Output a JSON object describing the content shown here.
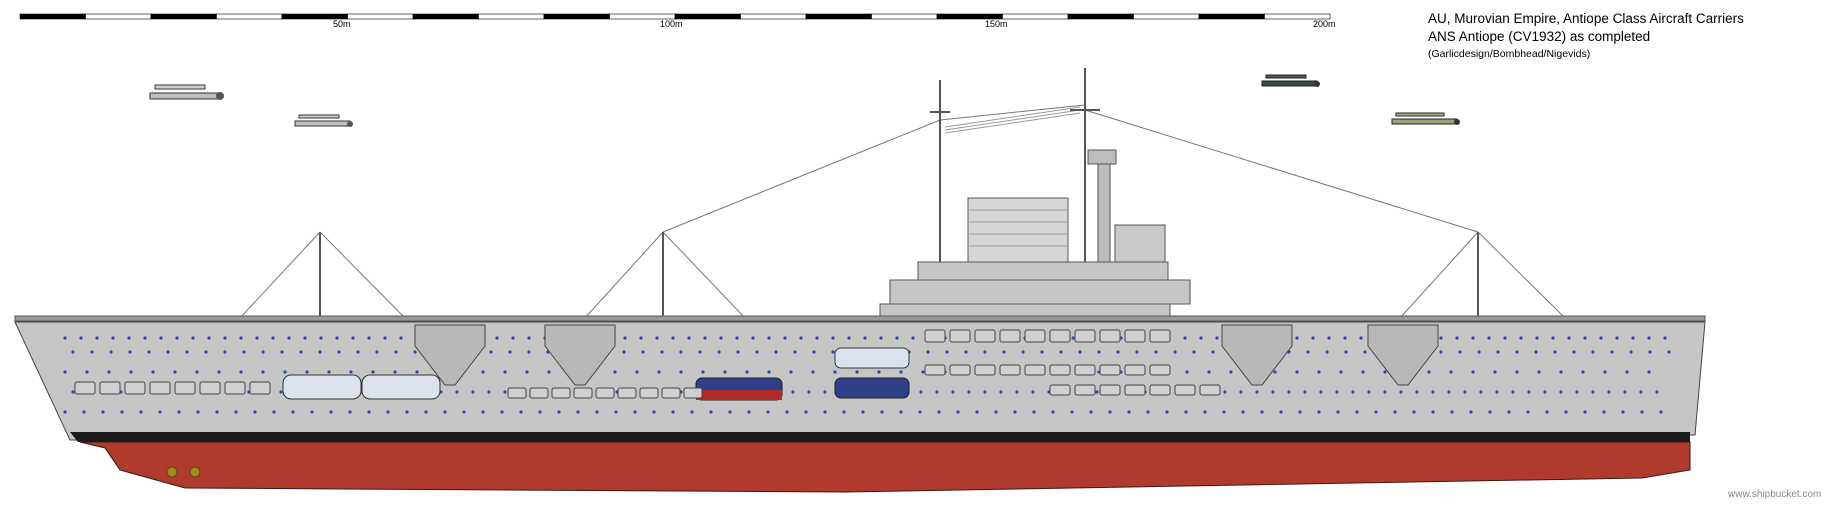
{
  "scale": {
    "labels": [
      "50m",
      "100m",
      "150m",
      "200m"
    ]
  },
  "title": {
    "line1": "AU, Murovian Empire, Antiope Class Aircraft Carriers",
    "line2": "ANS Antiope (CV1932) as completed",
    "credits": "(Garlicdesign/Bombhead/Nigevids)"
  },
  "watermark": "www.shipbucket.com",
  "colors": {
    "hull_upper": "#c6c6c6",
    "hull_lower": "#b03a2e",
    "boot_top": "#1a1a1a",
    "portholes": "#2a4aa8",
    "rigging": "#777777"
  }
}
